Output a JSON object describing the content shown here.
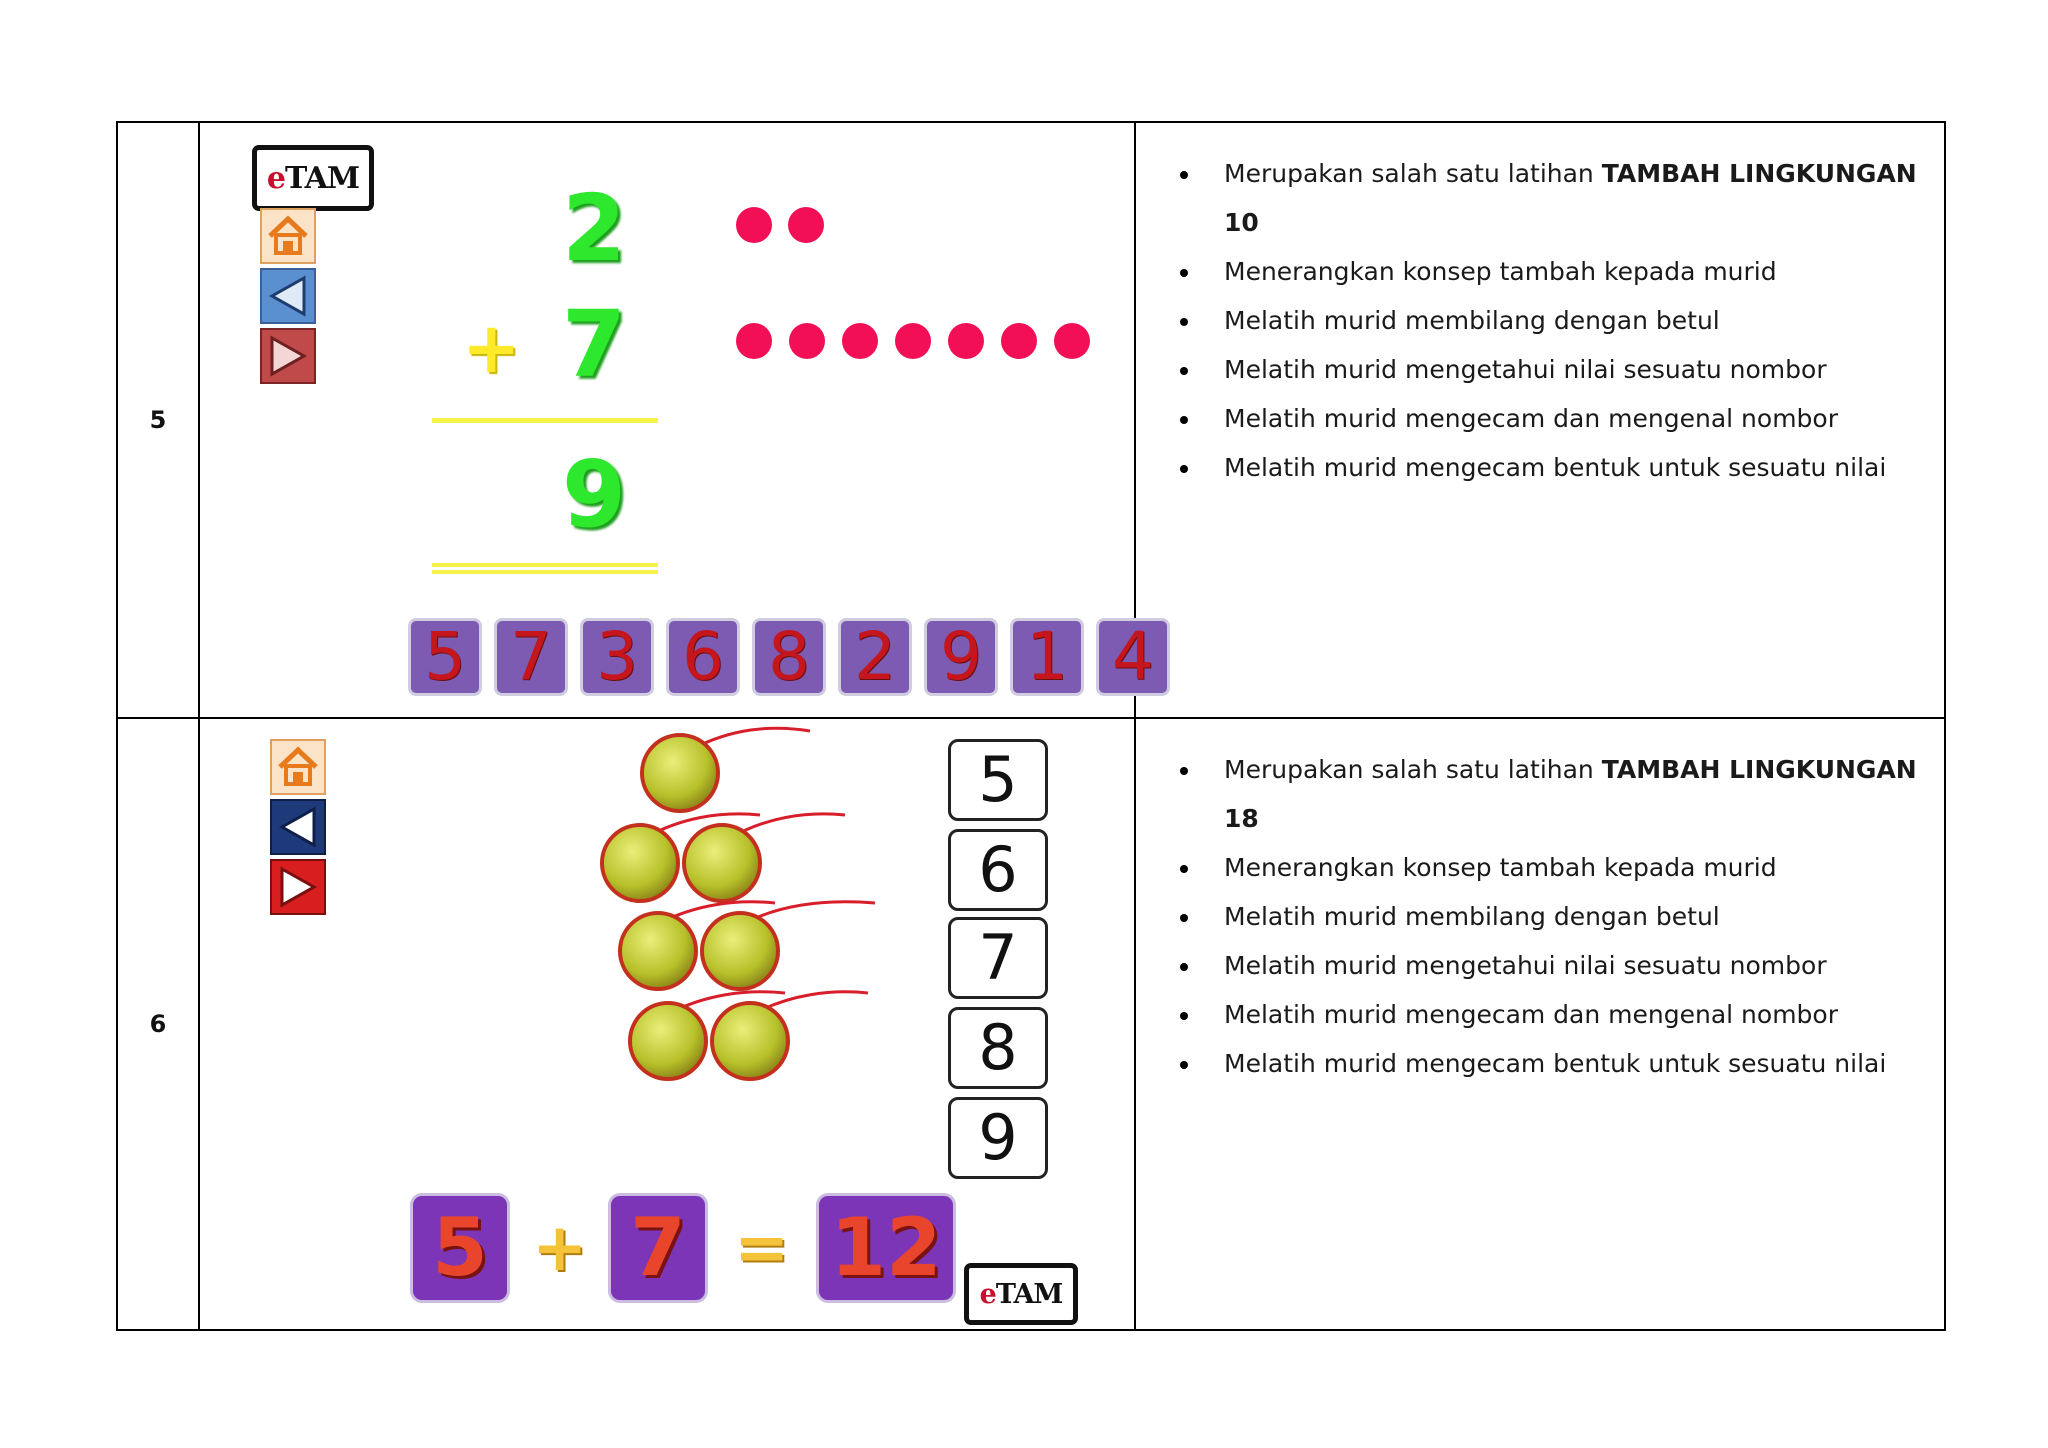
{
  "rows": [
    {
      "number": "5",
      "slide": {
        "logo": {
          "e": "e",
          "rest": "TAM"
        },
        "nav_icons": [
          "home-icon",
          "back-arrow-icon",
          "forward-arrow-icon"
        ],
        "addend_top": "2",
        "plus": "+",
        "addend_bottom": "7",
        "top_dot_count": 2,
        "bottom_dot_count": 7,
        "answer": "9",
        "number_tiles": [
          "5",
          "7",
          "3",
          "6",
          "8",
          "2",
          "9",
          "1",
          "4"
        ],
        "colors": {
          "digits": "#2ee82e",
          "dots": "#f20f55",
          "tiles": "#7d5bb2",
          "tile_text": "#c4161c"
        }
      },
      "bullets": [
        {
          "text": "Merupakan salah satu latihan ",
          "bold": "TAMBAH LINGKUNGAN 10"
        },
        {
          "text": "Menerangkan konsep tambah kepada murid",
          "bold": ""
        },
        {
          "text": "Melatih murid membilang dengan betul",
          "bold": ""
        },
        {
          "text": "Melatih murid mengetahui nilai sesuatu nombor",
          "bold": ""
        },
        {
          "text": "Melatih murid mengecam dan mengenal nombor",
          "bold": ""
        },
        {
          "text": "Melatih murid mengecam bentuk untuk sesuatu nilai",
          "bold": ""
        }
      ]
    },
    {
      "number": "6",
      "slide": {
        "logo": {
          "e": "e",
          "rest": "TAM"
        },
        "nav_icons": [
          "home-icon",
          "back-arrow-icon",
          "forward-arrow-icon"
        ],
        "fruit_icon": "rambutan-icon",
        "fruit_count": 7,
        "choices": [
          "5",
          "6",
          "7",
          "8",
          "9"
        ],
        "equation": {
          "a": "5",
          "plus": "+",
          "b": "7",
          "equals": "=",
          "result": "12"
        },
        "colors": {
          "tiles": "#7b35b6",
          "tile_text": "#e8452c",
          "signs": "#f5c33a"
        }
      },
      "bullets": [
        {
          "text": "Merupakan salah satu latihan ",
          "bold": "TAMBAH LINGKUNGAN 18"
        },
        {
          "text": "Menerangkan konsep tambah kepada murid",
          "bold": ""
        },
        {
          "text": "Melatih murid membilang dengan betul",
          "bold": ""
        },
        {
          "text": "Melatih murid mengetahui nilai sesuatu nombor",
          "bold": ""
        },
        {
          "text": "Melatih murid mengecam dan mengenal nombor",
          "bold": ""
        },
        {
          "text": "Melatih murid mengecam bentuk untuk sesuatu nilai",
          "bold": ""
        }
      ]
    }
  ]
}
